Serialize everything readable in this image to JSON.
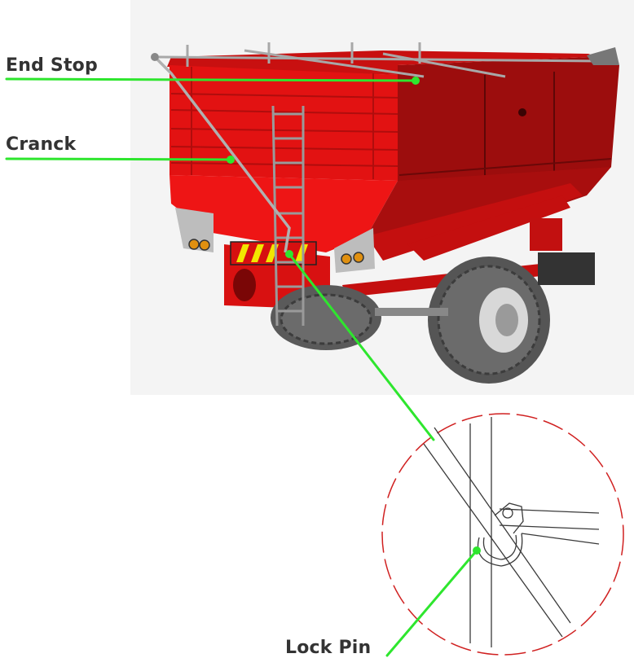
{
  "labels": {
    "end_stop": "End Stop",
    "cranck": "Cranck",
    "lock_pin": "Lock Pin"
  },
  "colors": {
    "leader": "#2ee62e",
    "body_red": "#e01010",
    "dark_red": "#8c0a0a",
    "detail_circle": "#d02020",
    "tire": "#5a5a5a",
    "hazard_yellow": "#f2e600"
  },
  "figure": {
    "subject": "grain cart with ladder, crank and detail view of lock pin"
  }
}
